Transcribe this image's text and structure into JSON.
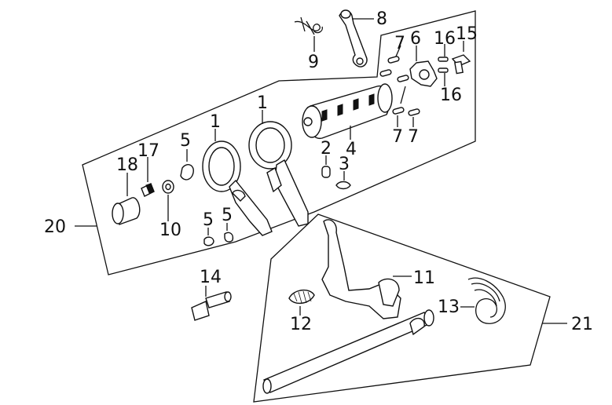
{
  "diagram": {
    "callouts": [
      {
        "id": "c1a",
        "text": "1"
      },
      {
        "id": "c1b",
        "text": "1"
      },
      {
        "id": "c2",
        "text": "2"
      },
      {
        "id": "c3",
        "text": "3"
      },
      {
        "id": "c4",
        "text": "4"
      },
      {
        "id": "c5a",
        "text": "5"
      },
      {
        "id": "c5b",
        "text": "5"
      },
      {
        "id": "c5c",
        "text": "5"
      },
      {
        "id": "c6",
        "text": "6"
      },
      {
        "id": "c7a",
        "text": "7"
      },
      {
        "id": "c7b",
        "text": "7"
      },
      {
        "id": "c7c",
        "text": "7"
      },
      {
        "id": "c8",
        "text": "8"
      },
      {
        "id": "c9",
        "text": "9"
      },
      {
        "id": "c10",
        "text": "10"
      },
      {
        "id": "c11",
        "text": "11"
      },
      {
        "id": "c12",
        "text": "12"
      },
      {
        "id": "c13",
        "text": "13"
      },
      {
        "id": "c14",
        "text": "14"
      },
      {
        "id": "c15",
        "text": "15"
      },
      {
        "id": "c16a",
        "text": "16"
      },
      {
        "id": "c16b",
        "text": "16"
      },
      {
        "id": "c17",
        "text": "17"
      },
      {
        "id": "c18",
        "text": "18"
      },
      {
        "id": "c20",
        "text": "20"
      },
      {
        "id": "c21",
        "text": "21"
      }
    ]
  }
}
